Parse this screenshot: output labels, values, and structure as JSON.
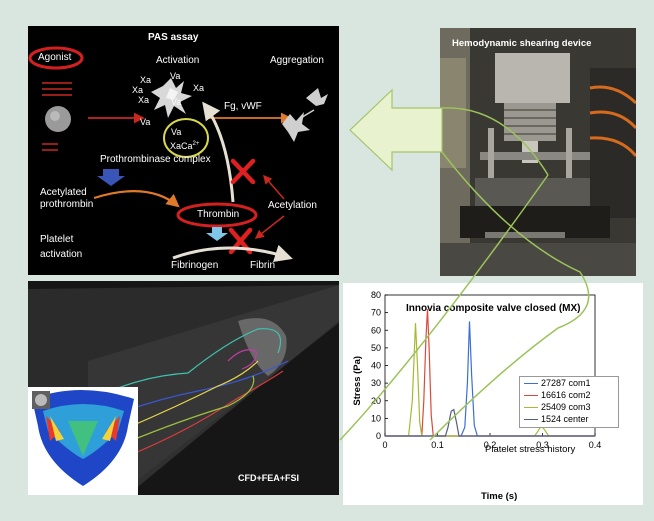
{
  "pas_panel": {
    "title": "PAS assay",
    "agonist": "Agonist",
    "activation": "Activation",
    "aggregation": "Aggregation",
    "xa": "Xa",
    "va": "Va",
    "xa_ca": "XaCa",
    "ca_sup": "2+",
    "fg_vwf": "Fg, vWF",
    "prothrombinase": "Prothrombinase complex",
    "acetylated_prothrombin": [
      "Acetylated",
      "prothrombin"
    ],
    "thrombin": "Thrombin",
    "acetylation": "Acetylation",
    "platelet_activation": [
      "Platelet",
      "activation"
    ],
    "fibrinogen": "Fibrinogen",
    "fibrin": "Fibrin"
  },
  "device_panel": {
    "title": "Hemodynamic shearing device"
  },
  "cfd_panel": {
    "caption": "CFD+FEA+FSI"
  },
  "chart_data": {
    "type": "line",
    "title": "Innovia composite valve closed (MX)",
    "xlabel": "Time (s)",
    "ylabel": "Stress (Pa)",
    "xlim": [
      0,
      0.4
    ],
    "ylim": [
      0,
      80
    ],
    "xticks": [
      0,
      0.1,
      0.2,
      0.3,
      0.4
    ],
    "yticks": [
      0,
      10,
      20,
      30,
      40,
      50,
      60,
      70,
      80
    ],
    "annotation": "Platelet stress history",
    "legend_position": "right",
    "series": [
      {
        "name": "27287 com1",
        "color": "#3b6fd6",
        "points": [
          [
            0,
            0
          ],
          [
            0.145,
            0
          ],
          [
            0.152,
            5
          ],
          [
            0.157,
            30
          ],
          [
            0.161,
            65
          ],
          [
            0.165,
            35
          ],
          [
            0.17,
            6
          ],
          [
            0.176,
            0
          ],
          [
            0.4,
            0
          ]
        ]
      },
      {
        "name": "16616 com2",
        "color": "#d94a3a",
        "points": [
          [
            0,
            0
          ],
          [
            0.07,
            0
          ],
          [
            0.074,
            20
          ],
          [
            0.078,
            55
          ],
          [
            0.081,
            72
          ],
          [
            0.084,
            50
          ],
          [
            0.088,
            12
          ],
          [
            0.092,
            0
          ],
          [
            0.4,
            0
          ]
        ]
      },
      {
        "name": "25409 com3",
        "color": "#a8b832",
        "points": [
          [
            0,
            0
          ],
          [
            0.045,
            0
          ],
          [
            0.052,
            20
          ],
          [
            0.058,
            64
          ],
          [
            0.062,
            40
          ],
          [
            0.066,
            8
          ],
          [
            0.07,
            0
          ],
          [
            0.285,
            0
          ],
          [
            0.292,
            3
          ],
          [
            0.298,
            6
          ],
          [
            0.305,
            3
          ],
          [
            0.312,
            0
          ],
          [
            0.4,
            0
          ]
        ]
      },
      {
        "name": "1524 center",
        "color": "#555b8a",
        "points": [
          [
            0,
            0
          ],
          [
            0.115,
            0
          ],
          [
            0.12,
            5
          ],
          [
            0.126,
            14
          ],
          [
            0.131,
            15
          ],
          [
            0.136,
            8
          ],
          [
            0.141,
            0
          ],
          [
            0.4,
            0
          ]
        ]
      }
    ]
  }
}
